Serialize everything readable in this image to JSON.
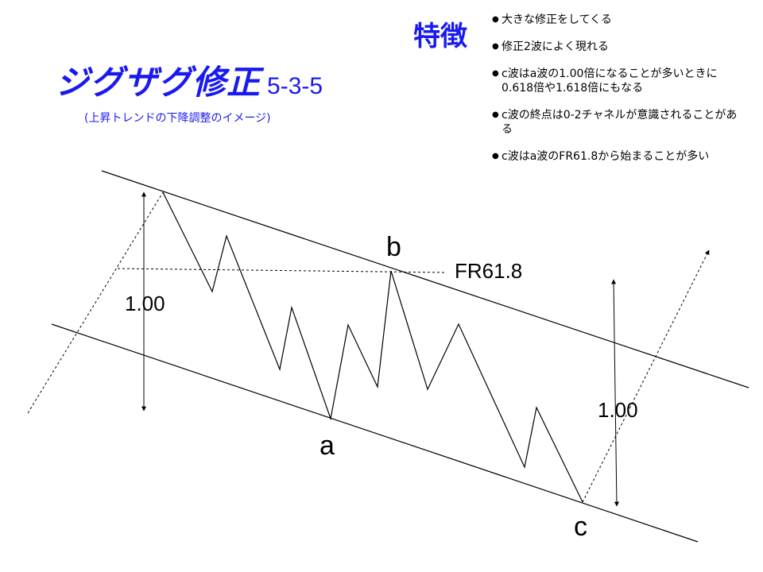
{
  "header": {
    "title": "ジグザグ修正",
    "pattern": "5-3-5",
    "subtitle": "(上昇トレンドの下降調整のイメージ)"
  },
  "features": {
    "label": "特徴",
    "items": [
      "大きな修正をしてくる",
      "修正2波によく現れる",
      "c波はa波の1.00倍になることが多いときに0.618倍や1.618倍にもなる",
      "c波の終点は0-2チャネルが意識されることがある",
      "c波はa波のFR61.8から始まることが多い"
    ]
  },
  "labels": {
    "point_a": "a",
    "point_b": "b",
    "point_c": "c",
    "fr_level": "FR61.8",
    "ratio_left": "1.00",
    "ratio_right": "1.00"
  },
  "colors": {
    "accent": "#1a1af0",
    "line": "#000000"
  }
}
